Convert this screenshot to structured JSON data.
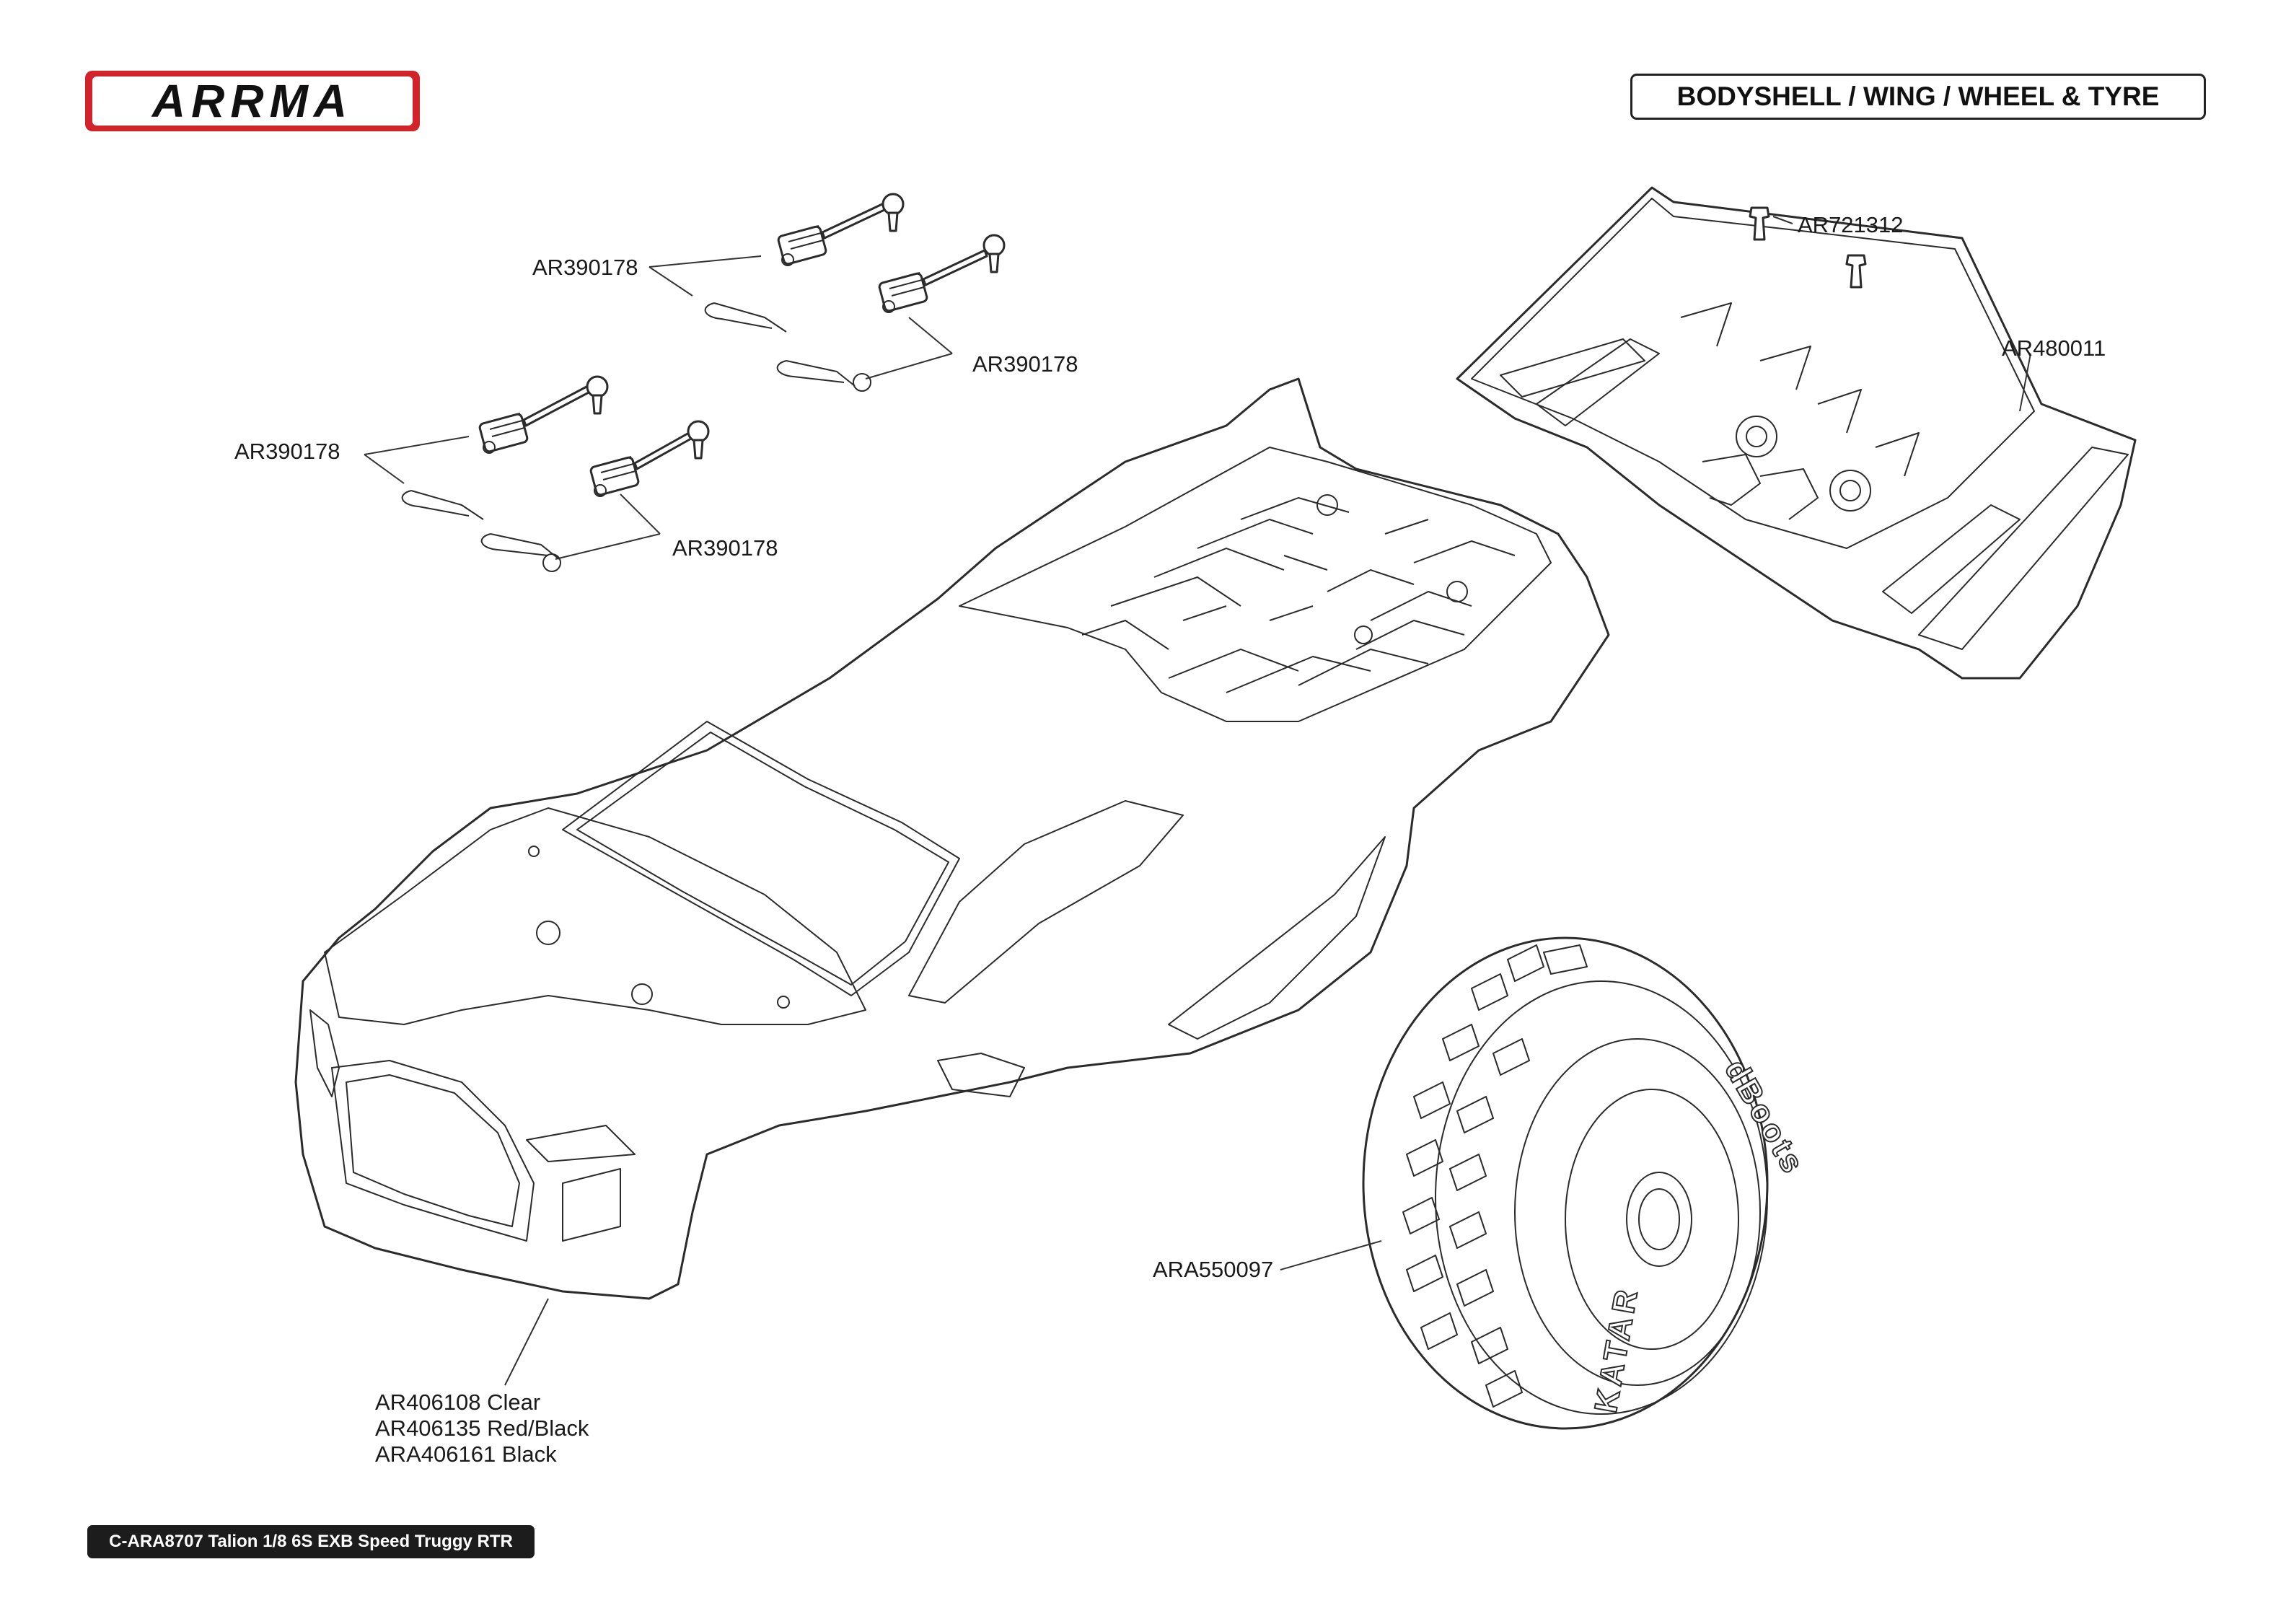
{
  "brand": {
    "logo_text": "ARRMA",
    "logo_color": "#d2232a"
  },
  "section_title": "BODYSHELL / WING / WHEEL & TYRE",
  "footer": {
    "model_text": "C-ARA8707 Talion 1/8 6S EXB Speed Truggy RTR"
  },
  "parts": {
    "body_post_upper_left": "AR390178",
    "body_post_upper_right": "AR390178",
    "body_post_lower_left": "AR390178",
    "body_post_lower_right": "AR390178",
    "wing_screw": "AR721312",
    "wing": "AR480011",
    "wheel_tyre": "ARA550097",
    "bodyshell": [
      "AR406108 Clear",
      "AR406135 Red/Black",
      "ARA406161 Black"
    ]
  },
  "tyre_print": {
    "sidewall_brand": "dBoots",
    "sidewall_model": "KATAR"
  },
  "colors": {
    "line": "#2b2b2b",
    "footer_bg": "#1c1c1c",
    "logo_red": "#d2232a"
  }
}
